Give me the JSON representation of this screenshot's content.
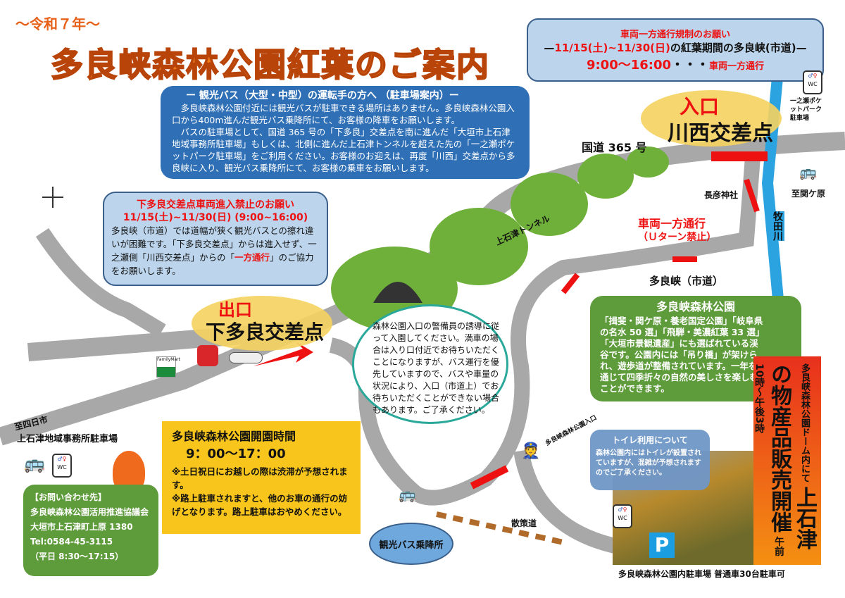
{
  "header": {
    "era": "〜令和７年〜",
    "title": "多良峡森林公園紅葉のご案内"
  },
  "bus_notice": {
    "heading": "ー 観光バス（大型・中型）の運転手の方へ （駐車場案内）ー",
    "p1": "多良峡森林公園付近には観光バスが駐車できる場所はありません。多良峡森林公園入口から400m進んだ観光バス乗降所にて、お客様の降車をお願いします。",
    "p2": "バスの駐車場として、国道 365 号の「下多良」交差点を南に進んだ「大垣市上石津地域事務所駐車場」もしくは、北側に進んだ上石津トンネルを超えた先の「一之瀬ポケットパーク駐車場」をご利用ください。お客様のお迎えは、再度「川西」交差点から多良峡に入り、観光バス乗降所にて、お客様の乗車をお願いします。"
  },
  "oneway_notice": {
    "title": "車両一方通行規制のお願い",
    "dates": "11/15(土)~11/30(日)",
    "period_text": "の紅葉期間の多良峡(市道)",
    "time": "9:00〜16:00",
    "dots": "・・・",
    "rule": "車両一方通行"
  },
  "shimotara_notice": {
    "title": "下多良交差点車両進入禁止のお願い",
    "dates": "11/15(土)~11/30(日) (9:00~16:00)",
    "body1": "多良峡（市道）では道幅が狭く観光バスとの擦れ違いが困難です。「下多良交差点」からは進入せず、一之瀬側「川西交差点」からの「",
    "emph": "一方通行",
    "body2": "」のご協力をお願いします。"
  },
  "map": {
    "entrance_label": "入口",
    "entrance_name": "川西交差点",
    "exit_label": "出口",
    "exit_name": "下多良交差点",
    "route365": "国道 365 号",
    "shrine": "長彦神社",
    "to_sekigahara": "至関ケ原",
    "river": "牧田川",
    "oneway_label": "車両一方通行",
    "uturn": "（Ｕターン禁止）",
    "tarakyo_road": "多良峡（市道）",
    "tunnel": "上石津トンネル",
    "to_yokkaichi": "至四日市",
    "office_parking": "上石津地域事務所駐車場",
    "park_entrance": "多良峡森林公園入口",
    "walkway": "散策道",
    "bus_stop": "観光バス乗降所",
    "park_parking": "多良峡森林公園内駐車場 普通車30台駐車可",
    "pocket_park": "一之瀬ポケットパーク駐車場",
    "familymart": "FamilyMart",
    "wc": "WC",
    "parking_sign": "P"
  },
  "guard_notice": "森林公園入口の警備員の誘導に従って入園してください。満車の場合は入り口付近でお待ちいただくことになりますが、バス運行を優先していますので、バスや車量の状況により、入口（市道上）でお待ちいただくことができない場合もあります。ご了承ください。",
  "park_info": {
    "title": "多良峡森林公園",
    "body": "「揖斐・関ケ原・養老国定公園」「岐阜県の名水 50 選」「飛騨・美濃紅葉 33 選」「大垣市景観遺産」にも選ばれている渓谷です。公園内には「吊り橋」が架けられ、遊歩道が整備されています。一年を通じて四季折々の自然の美しさを楽しむことができます。"
  },
  "hours": {
    "title": "多良峡森林公園開園時間",
    "time": "9：00〜17：00",
    "note1": "※土日祝日にお越しの際は渋滞が予想されます。",
    "note2": "※路上駐車されますと、他のお車の通行の妨げとなります。路上駐車はおやめください。"
  },
  "contact": {
    "heading": "【お問い合わせ先】",
    "org": "多良峡森林公園活用推進協議会",
    "address": "大垣市上石津町上原 1380",
    "tel": "Tel:0584-45-3115",
    "hours": "（平日 8:30〜17:15）"
  },
  "toilet_notice": {
    "title": "トイレ利用について",
    "body": "森林公園内にはトイレが設置されていますが、混雑が予想されますのでご了承ください。"
  },
  "market_banner": {
    "place": "多良峡森林公園ドーム内にて",
    "title": "上石津の物産品販売開催",
    "time": "午前10時〜午後3時"
  },
  "colors": {
    "orange": "#ee7a1e",
    "blue_box": "#2f6fb5",
    "green_box": "#5e9b3b",
    "yellow": "#f7c51c",
    "red": "#e11111",
    "road": "#a8a8a8"
  }
}
